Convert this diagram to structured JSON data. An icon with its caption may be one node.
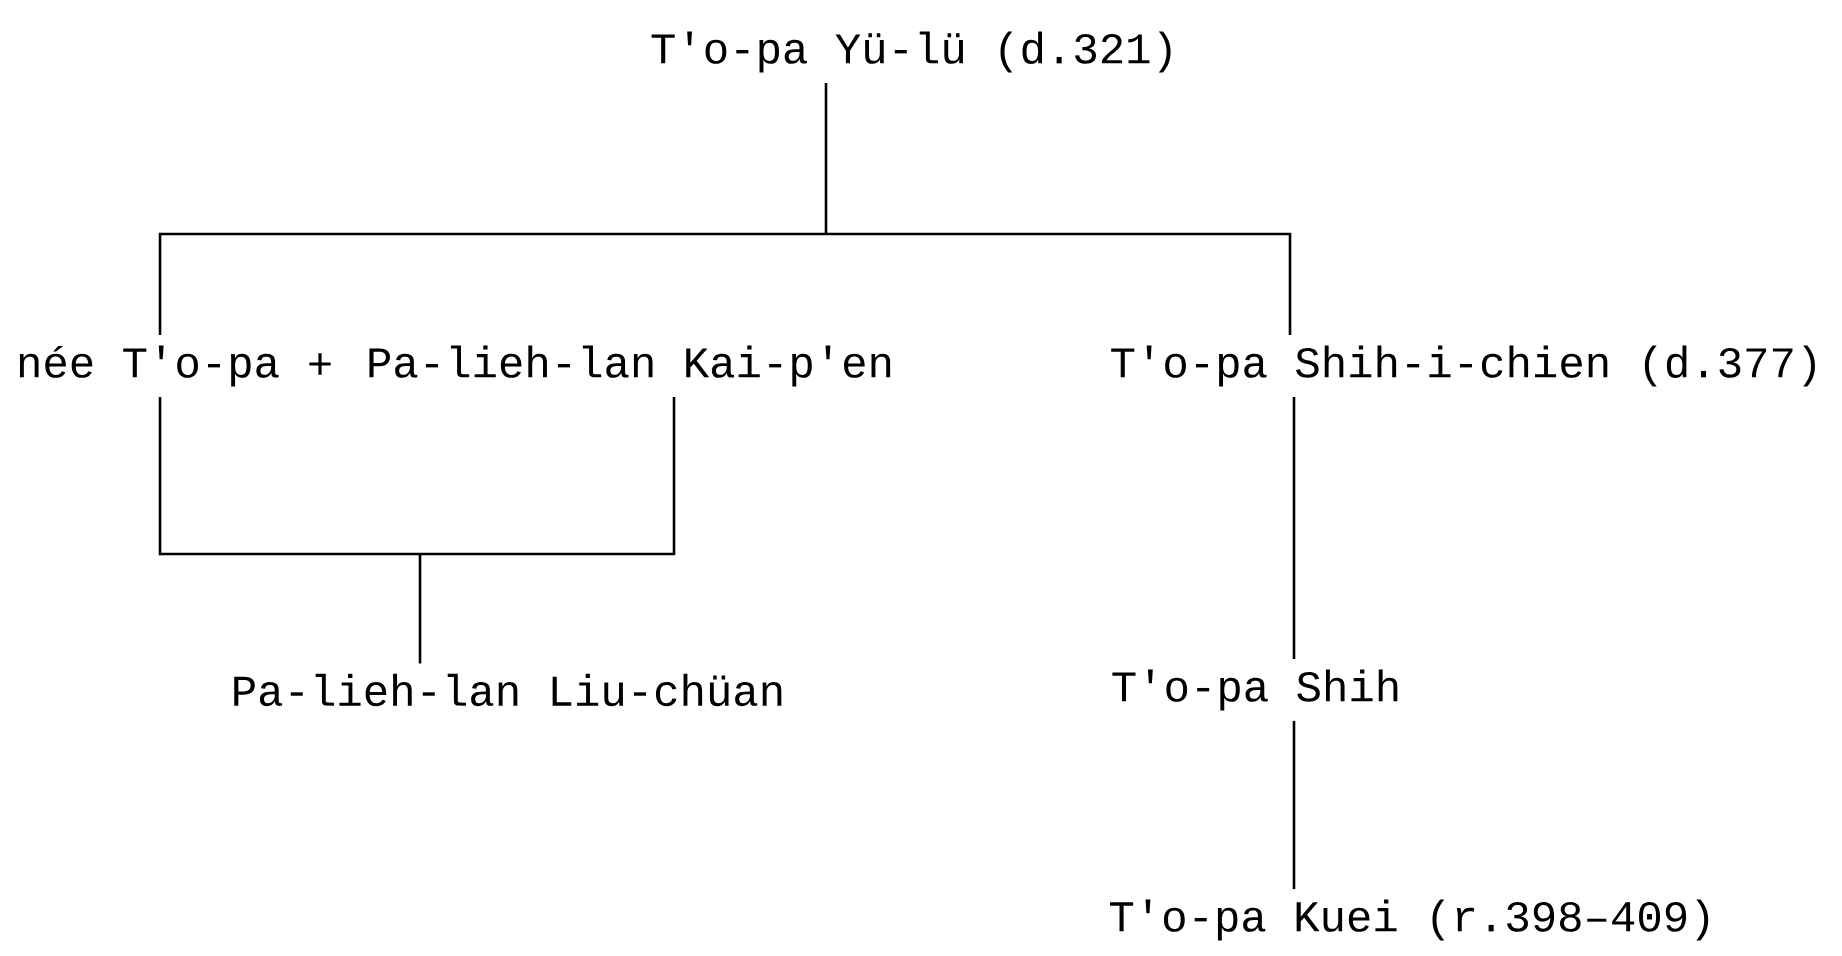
{
  "diagram": {
    "nodes": [
      {
        "text": [
          "T'o-pa Yü-lü (d.321)"
        ]
      },
      {
        "text": [
          "née T'o-pa"
        ]
      },
      {
        "text": [
          "Pa-lieh-lan Kai-p'en"
        ]
      },
      {
        "text": [
          "T'o-pa Shih-i-chien (d.377)"
        ]
      },
      {
        "text": [
          "Pa-lieh-lan Liu-chüan"
        ]
      },
      {
        "text": [
          "T'o-pa Shih"
        ]
      },
      {
        "text": [
          "T'o-pa Kuei (r.398–409)"
        ]
      }
    ],
    "edges": [
      {
        "from": 0,
        "to": 1,
        "arrow": "none"
      },
      {
        "from": 0,
        "to": 3,
        "arrow": "none"
      },
      {
        "from": 1,
        "to": 4,
        "arrow": "none"
      },
      {
        "from": 2,
        "to": 4,
        "arrow": "none"
      },
      {
        "from": 3,
        "to": 5,
        "arrow": "none"
      },
      {
        "from": 5,
        "to": 6,
        "arrow": "none"
      }
    ],
    "labels": [
      "+"
    ]
  }
}
